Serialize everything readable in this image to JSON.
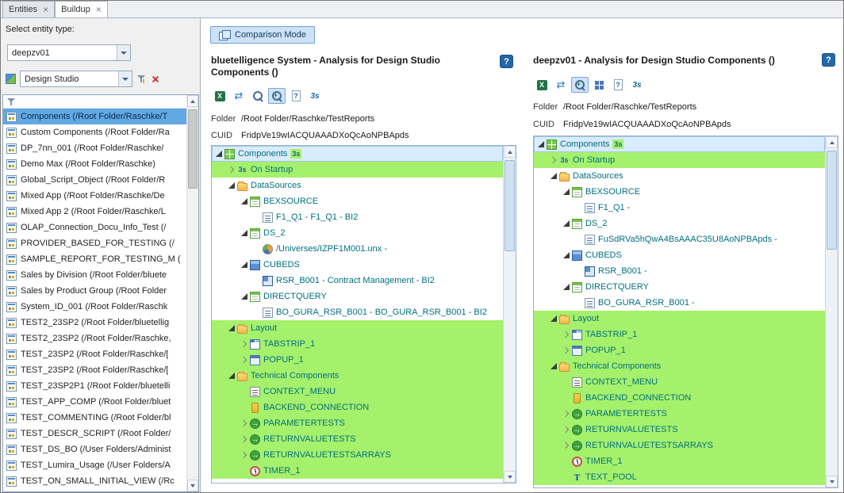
{
  "window": {
    "tabs": [
      {
        "label": "Entities",
        "active": false
      },
      {
        "label": "Buildup",
        "active": true
      }
    ]
  },
  "icons": {
    "tab_close": "×",
    "help": "?",
    "excel-export": "X",
    "sync": "⇄",
    "zoom-in": "+",
    "doc-question": "?",
    "refresh-3s": "3s",
    "startup": "3s",
    "method": "→",
    "text": "T"
  },
  "sidebar": {
    "select_entity_label": "Select entity type:",
    "system_dropdown": {
      "value": "deepzv01"
    },
    "type_dropdown": {
      "value": "Design Studio"
    },
    "entities": {
      "selected_index": 0,
      "items": [
        "Components (/Root Folder/Raschke/T",
        "Custom Components (/Root Folder/Ra",
        "DP_7nn_001 (/Root Folder/Raschke/",
        "Demo Max (/Root Folder/Raschke)",
        "Global_Script_Object (/Root Folder/R",
        "Mixed App (/Root Folder/Raschke/De",
        "Mixed App 2 (/Root Folder/Raschke/L",
        "OLAP_Connection_Docu_Info_Test (/",
        "PROVIDER_BASED_FOR_TESTING (/",
        "SAMPLE_REPORT_FOR_TESTING_M (",
        "Sales by Division (/Root Folder/bluete",
        "Sales by Product Group (/Root Folder",
        "System_ID_001 (/Root Folder/Raschk",
        "TEST2_23SP2 (/Root Folder/bluetellig",
        "TEST2_23SP2 (/Root Folder/Raschke,",
        "TEST_23SP2 (/Root Folder/Raschke/[",
        "TEST_23SP2 (/Root Folder/Raschke/[",
        "TEST_23SP2P1 (/Root Folder/bluetelli",
        "TEST_APP_COMP (/Root Folder/bluet",
        "TEST_COMMENTING (/Root Folder/bl",
        "TEST_DESCR_SCRIPT (/Root Folder/",
        "TEST_DS_BO (/User Folders/Administ",
        "TEST_Lumira_Usage (/User Folders/A",
        "TEST_ON_SMALL_INITIAL_VIEW (/Rc"
      ]
    }
  },
  "main": {
    "comparison_mode_label": "Comparison Mode",
    "panels": [
      {
        "title": "bluetelligence System - Analysis for Design Studio Components ()",
        "folder_label": "Folder",
        "folder_value": "/Root Folder/Raschke/TestReports",
        "cuid_label": "CUID",
        "cuid_value": "FridpVe19wIACQUAAADXoQcAoNPBApds",
        "toolbar": [
          {
            "name": "excel-export",
            "selected": false
          },
          {
            "name": "sync",
            "selected": false
          },
          {
            "name": "zoom",
            "selected": false
          },
          {
            "name": "zoom-in",
            "selected": true
          },
          {
            "name": "doc-question",
            "selected": false
          },
          {
            "name": "refresh-3s",
            "selected": false
          }
        ],
        "tree": [
          {
            "label": "Components",
            "icon": "components",
            "level": 0,
            "exp": "open",
            "badge": "3s",
            "sel": true
          },
          {
            "label": "On Startup",
            "icon": "startup",
            "level": 1,
            "exp": "closed",
            "green": true
          },
          {
            "label": "DataSources",
            "icon": "folder",
            "level": 1,
            "exp": "open"
          },
          {
            "label": "BEXSOURCE",
            "icon": "datasource",
            "level": 2,
            "exp": "open"
          },
          {
            "label": "F1_Q1 - F1_Q1 - BI2",
            "icon": "query",
            "level": 3
          },
          {
            "label": "DS_2",
            "icon": "datasource",
            "level": 2,
            "exp": "open"
          },
          {
            "label": "/Universes/IZPF1M001.unx -",
            "icon": "universe",
            "level": 3
          },
          {
            "label": "CUBEDS",
            "icon": "cube",
            "level": 2,
            "exp": "open"
          },
          {
            "label": "RSR_B001 - Contract Management - BI2",
            "icon": "cube-query",
            "level": 3
          },
          {
            "label": "DIRECTQUERY",
            "icon": "datasource",
            "level": 2,
            "exp": "open"
          },
          {
            "label": "BO_GURA_RSR_B001 - BO_GURA_RSR_B001 - BI2",
            "icon": "query",
            "level": 3
          },
          {
            "label": "Layout",
            "icon": "folder",
            "level": 1,
            "exp": "open",
            "green": true
          },
          {
            "label": "TABSTRIP_1",
            "icon": "tabstrip",
            "level": 2,
            "exp": "closed",
            "green": true
          },
          {
            "label": "POPUP_1",
            "icon": "popup",
            "level": 2,
            "exp": "closed",
            "green": true
          },
          {
            "label": "Technical Components",
            "icon": "folder",
            "level": 1,
            "exp": "open",
            "green": true
          },
          {
            "label": "CONTEXT_MENU",
            "icon": "context-menu",
            "level": 2,
            "green": true
          },
          {
            "label": "BACKEND_CONNECTION",
            "icon": "backend",
            "level": 2,
            "green": true
          },
          {
            "label": "PARAMETERTESTS",
            "icon": "method",
            "level": 2,
            "exp": "closed",
            "green": true
          },
          {
            "label": "RETURNVALUETESTS",
            "icon": "method",
            "level": 2,
            "exp": "closed",
            "green": true
          },
          {
            "label": "RETURNVALUETESTSARRAYS",
            "icon": "method",
            "level": 2,
            "exp": "closed",
            "green": true
          },
          {
            "label": "TIMER_1",
            "icon": "timer",
            "level": 2,
            "green": true
          }
        ]
      },
      {
        "title": "deepzv01 - Analysis for Design Studio Components ()",
        "folder_label": "Folder",
        "folder_value": "/Root Folder/Raschke/TestReports",
        "cuid_label": "CUID",
        "cuid_value": "FridpVe19wIACQUAAADXoQcAoNPBApds",
        "toolbar": [
          {
            "name": "excel-export",
            "selected": false
          },
          {
            "name": "sync",
            "selected": false
          },
          {
            "name": "zoom-in",
            "selected": true
          },
          {
            "name": "grid-view",
            "selected": false
          },
          {
            "name": "doc-question",
            "selected": false
          },
          {
            "name": "refresh-3s",
            "selected": false
          }
        ],
        "tree": [
          {
            "label": "Components",
            "icon": "components",
            "level": 0,
            "exp": "open",
            "badge": "3s",
            "sel": true
          },
          {
            "label": "On Startup",
            "icon": "startup",
            "level": 1,
            "exp": "closed",
            "green": true
          },
          {
            "label": "DataSources",
            "icon": "folder",
            "level": 1,
            "exp": "open"
          },
          {
            "label": "BEXSOURCE",
            "icon": "datasource",
            "level": 2,
            "exp": "open"
          },
          {
            "label": "F1_Q1 -",
            "icon": "query",
            "level": 3
          },
          {
            "label": "DS_2",
            "icon": "datasource",
            "level": 2,
            "exp": "open"
          },
          {
            "label": "FuSdRVa5hQwA4BsAAAC35U8AoNPBApds -",
            "icon": "query",
            "level": 3
          },
          {
            "label": "CUBEDS",
            "icon": "cube",
            "level": 2,
            "exp": "open"
          },
          {
            "label": "RSR_B001 -",
            "icon": "cube-query",
            "level": 3
          },
          {
            "label": "DIRECTQUERY",
            "icon": "datasource",
            "level": 2,
            "exp": "open"
          },
          {
            "label": "BO_GURA_RSR_B001 -",
            "icon": "query",
            "level": 3
          },
          {
            "label": "Layout",
            "icon": "folder",
            "level": 1,
            "exp": "open",
            "green": true
          },
          {
            "label": "TABSTRIP_1",
            "icon": "tabstrip",
            "level": 2,
            "exp": "closed",
            "green": true
          },
          {
            "label": "POPUP_1",
            "icon": "popup",
            "level": 2,
            "exp": "closed",
            "green": true
          },
          {
            "label": "Technical Components",
            "icon": "folder",
            "level": 1,
            "exp": "open",
            "green": true
          },
          {
            "label": "CONTEXT_MENU",
            "icon": "context-menu",
            "level": 2,
            "green": true
          },
          {
            "label": "BACKEND_CONNECTION",
            "icon": "backend",
            "level": 2,
            "green": true
          },
          {
            "label": "PARAMETERTESTS",
            "icon": "method",
            "level": 2,
            "exp": "closed",
            "green": true
          },
          {
            "label": "RETURNVALUETESTS",
            "icon": "method",
            "level": 2,
            "exp": "closed",
            "green": true
          },
          {
            "label": "RETURNVALUETESTSARRAYS",
            "icon": "method",
            "level": 2,
            "exp": "closed",
            "green": true
          },
          {
            "label": "TIMER_1",
            "icon": "timer",
            "level": 2,
            "green": true
          },
          {
            "label": "TEXT_POOL",
            "icon": "text",
            "level": 2,
            "green": true
          }
        ]
      }
    ]
  }
}
